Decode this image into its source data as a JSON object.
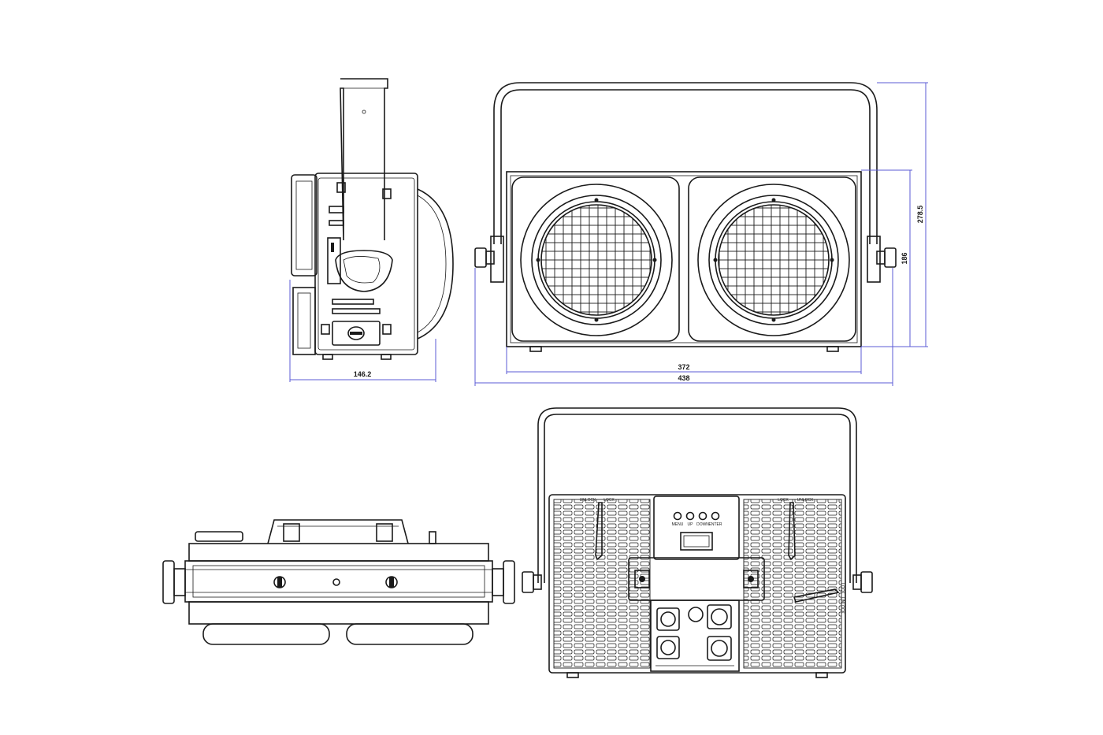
{
  "dimensions": {
    "side_depth": "146.2",
    "front_inner_width": "372",
    "front_total_width": "438",
    "front_body_height": "186",
    "front_total_height": "278.5"
  },
  "rear_panel": {
    "buttons": [
      "MENU",
      "UP",
      "DOWN",
      "ENTER"
    ],
    "lock_left": [
      "UNLOCK",
      "LOCK"
    ],
    "lock_right": [
      "LOCK",
      "UNLOCK"
    ],
    "side_lock": [
      "LOCK",
      "UNLOCK"
    ]
  },
  "colors": {
    "line": "#1a1a1a",
    "dimension": "#5b5bd6"
  }
}
